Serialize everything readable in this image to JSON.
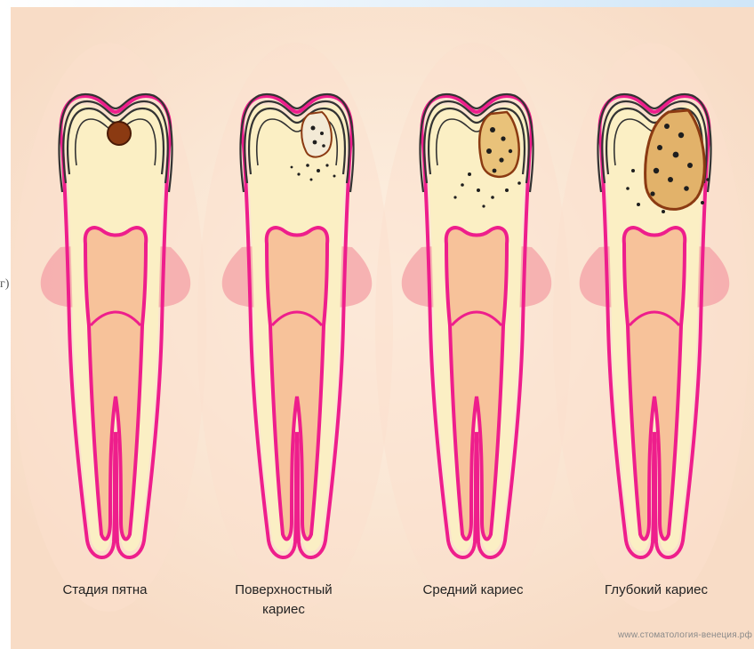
{
  "side_mark": "г)",
  "stages": [
    {
      "label": "Стадия пятна"
    },
    {
      "label": "Поверхностный кариес"
    },
    {
      "label": "Средний кариес"
    },
    {
      "label": "Глубокий кариес"
    }
  ],
  "watermark": "www.стоматология-венеция.рф",
  "colors": {
    "background": "#fbe7d6",
    "gum": "#f4a0a6",
    "dentin": "#fbefc4",
    "pulp": "#f6b690",
    "pulp_outline": "#ee1e8c",
    "enamel_outline": "#333333",
    "decay_dark": "#1e1e1e",
    "decay_spot": "#8b3a12"
  }
}
